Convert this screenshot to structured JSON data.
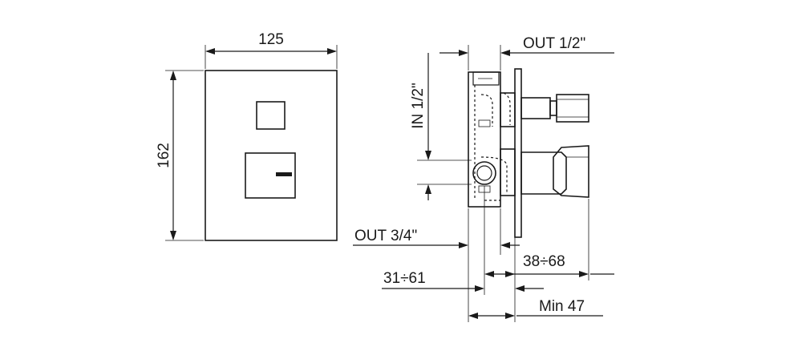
{
  "front_view": {
    "width_label": "125",
    "height_label": "162"
  },
  "side_view": {
    "out_top_label": "OUT 1/2\"",
    "in_label": "IN 1/2\"",
    "out_side_label": "OUT 3/4\"",
    "range_right_label": "38÷68",
    "range_left_label": "31÷61",
    "min_label": "Min 47"
  },
  "colors": {
    "line": "#1a1a1a",
    "background": "#ffffff"
  }
}
